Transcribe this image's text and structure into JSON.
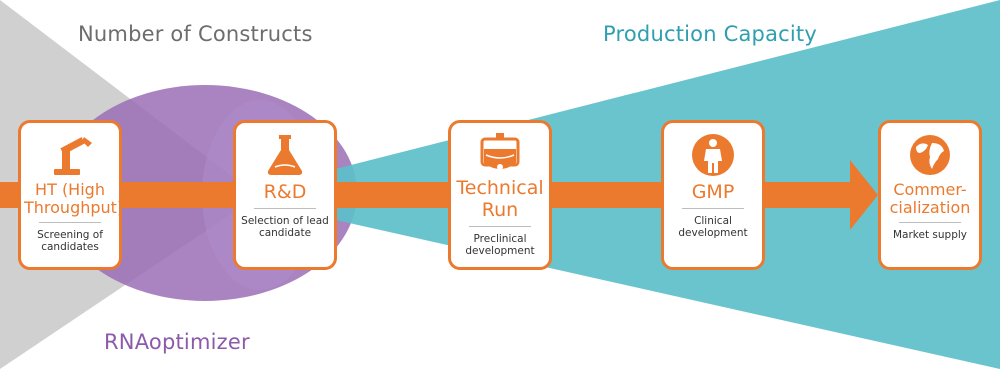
{
  "labels": {
    "constructs": "Number of Constructs",
    "capacity": "Production Capacity",
    "optimizer": "RNAoptimizer"
  },
  "steps": [
    {
      "title": "HT (High Throughput)",
      "desc": "Screening of candidates",
      "icon": "robot-arm-icon"
    },
    {
      "title": "R&D",
      "desc": "Selection of lead candidate",
      "icon": "flask-icon"
    },
    {
      "title": "Technical Run",
      "desc": "Preclinical development",
      "icon": "bioreactor-icon"
    },
    {
      "title": "GMP",
      "desc": "Clinical development",
      "icon": "cleanroom-suit-icon"
    },
    {
      "title": "Commer-cialization",
      "desc": "Market supply",
      "icon": "globe-icon"
    }
  ],
  "colors": {
    "orange": "#ec7a2e",
    "teal": "#5dbfca",
    "purple": "#9a6fb6",
    "gray": "#c2c2c2",
    "gray_text": "#6d6d6d",
    "teal_text": "#2f9fb0",
    "purple_text": "#8c5aab"
  }
}
